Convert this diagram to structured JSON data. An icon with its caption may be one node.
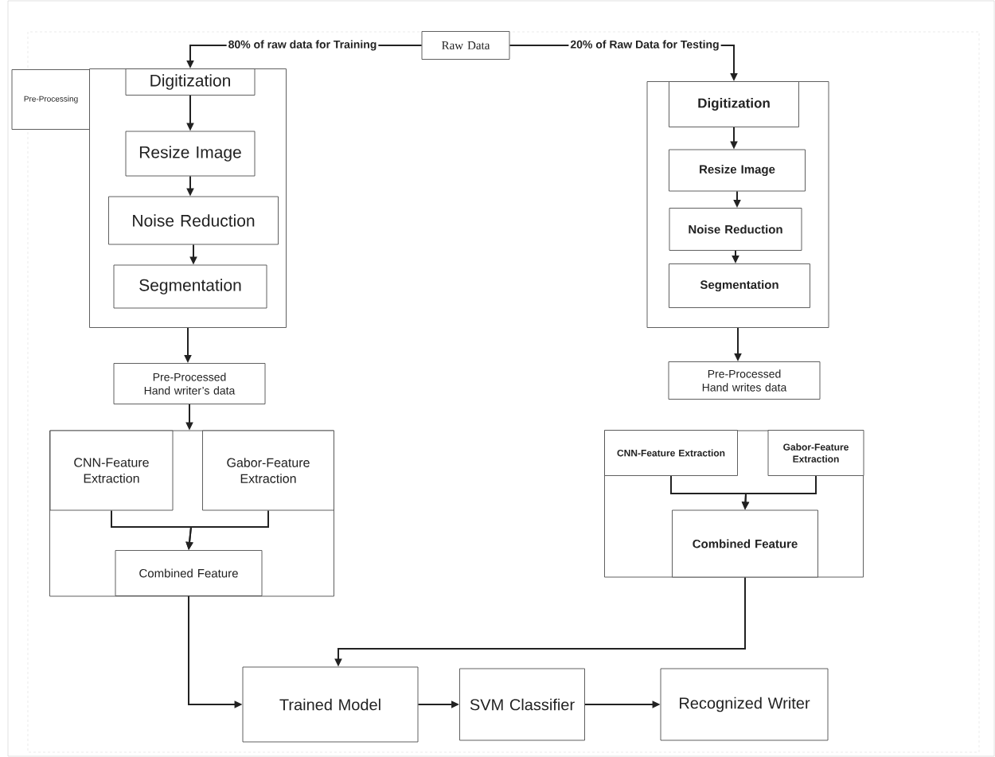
{
  "diagram": {
    "nodes": [
      {
        "text": [
          "Raw Data"
        ]
      },
      {
        "text": [
          "Pre-Processing"
        ]
      },
      {
        "text": [],
        "shape": "box"
      },
      {
        "text": [
          "Digitization"
        ],
        "in": 2
      },
      {
        "text": [
          "Resize Image"
        ],
        "in": 2
      },
      {
        "text": [
          "Noise Reduction"
        ],
        "in": 2
      },
      {
        "text": [
          "Segmentation"
        ],
        "in": 2
      },
      {
        "text": [
          "Pre-Processed Hand writer’s data"
        ]
      },
      {
        "text": [],
        "shape": "box"
      },
      {
        "text": [
          "CNN-Feature Extraction"
        ],
        "in": 8
      },
      {
        "text": [
          "Gabor-Feature Extraction"
        ],
        "in": 8
      },
      {
        "text": [
          "Combined Feature"
        ],
        "in": 8
      },
      {
        "text": [],
        "shape": "box"
      },
      {
        "text": [
          "Digitization"
        ],
        "in": 12
      },
      {
        "text": [
          "Resize Image"
        ],
        "in": 12
      },
      {
        "text": [
          "Noise Reduction"
        ],
        "in": 12
      },
      {
        "text": [
          "Segmentation"
        ],
        "in": 12
      },
      {
        "text": [
          "Pre-Processed Hand writes data"
        ]
      },
      {
        "text": [],
        "shape": "box"
      },
      {
        "text": [
          "CNN-Feature Extraction"
        ],
        "in": 18
      },
      {
        "text": [
          "Gabor-Feature Extraction"
        ],
        "in": 18
      },
      {
        "text": [
          "Combined Feature"
        ],
        "in": 18
      },
      {
        "text": [
          "Trained Model"
        ]
      },
      {
        "text": [
          "SVM Classifier"
        ]
      },
      {
        "text": [
          "Recognized Writer"
        ]
      }
    ],
    "edges": [
      {
        "from": 0,
        "to": 3,
        "arrow": "to",
        "label": "80% of raw data for Training"
      },
      {
        "from": 0,
        "to": 13,
        "arrow": "to",
        "label": "20% of Raw Data for  Testing"
      },
      {
        "from": 3,
        "to": 4,
        "arrow": "to"
      },
      {
        "from": 4,
        "to": 5,
        "arrow": "to"
      },
      {
        "from": 5,
        "to": 6,
        "arrow": "to"
      },
      {
        "from": 2,
        "to": 7,
        "arrow": "to"
      },
      {
        "from": 7,
        "to": 8,
        "arrow": "to"
      },
      {
        "from": 9,
        "to": 11,
        "arrow": "to"
      },
      {
        "from": 10,
        "to": 11,
        "arrow": "to"
      },
      {
        "from": 11,
        "to": 22,
        "arrow": "to"
      },
      {
        "from": 13,
        "to": 14,
        "arrow": "to"
      },
      {
        "from": 14,
        "to": 15,
        "arrow": "to"
      },
      {
        "from": 15,
        "to": 16,
        "arrow": "to"
      },
      {
        "from": 12,
        "to": 17,
        "arrow": "to"
      },
      {
        "from": 19,
        "to": 21,
        "arrow": "to"
      },
      {
        "from": 20,
        "to": 21,
        "arrow": "to"
      },
      {
        "from": 21,
        "to": 22,
        "arrow": "to"
      },
      {
        "from": 22,
        "to": 23,
        "arrow": "to"
      },
      {
        "from": 23,
        "to": 24,
        "arrow": "to"
      }
    ]
  }
}
